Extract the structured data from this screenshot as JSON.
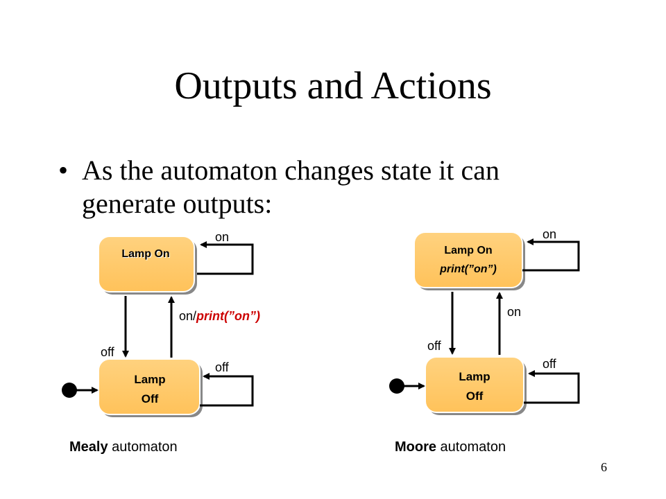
{
  "slide": {
    "title": "Outputs and Actions",
    "bullet": "As the automaton changes state it can generate outputs:",
    "page_number": "6"
  },
  "mealy": {
    "state_on": "Lamp On",
    "state_off_line1": "Lamp",
    "state_off_line2": "Off",
    "self_loop_on": "on",
    "self_loop_off": "off",
    "trans_off": "off",
    "trans_on_event": "on/",
    "trans_on_action": "print(”on”)",
    "caption_bold": "Mealy",
    "caption_rest": " automaton"
  },
  "moore": {
    "state_on_line1": "Lamp On",
    "state_on_line2": "print(”on”)",
    "state_off_line1": "Lamp",
    "state_off_line2": "Off",
    "self_loop_on": "on",
    "self_loop_off": "off",
    "trans_off": "off",
    "trans_on": "on",
    "caption_bold": "Moore",
    "caption_rest": " automaton"
  },
  "colors": {
    "state_fill": "#FFC966",
    "action_red": "#CC0000"
  }
}
